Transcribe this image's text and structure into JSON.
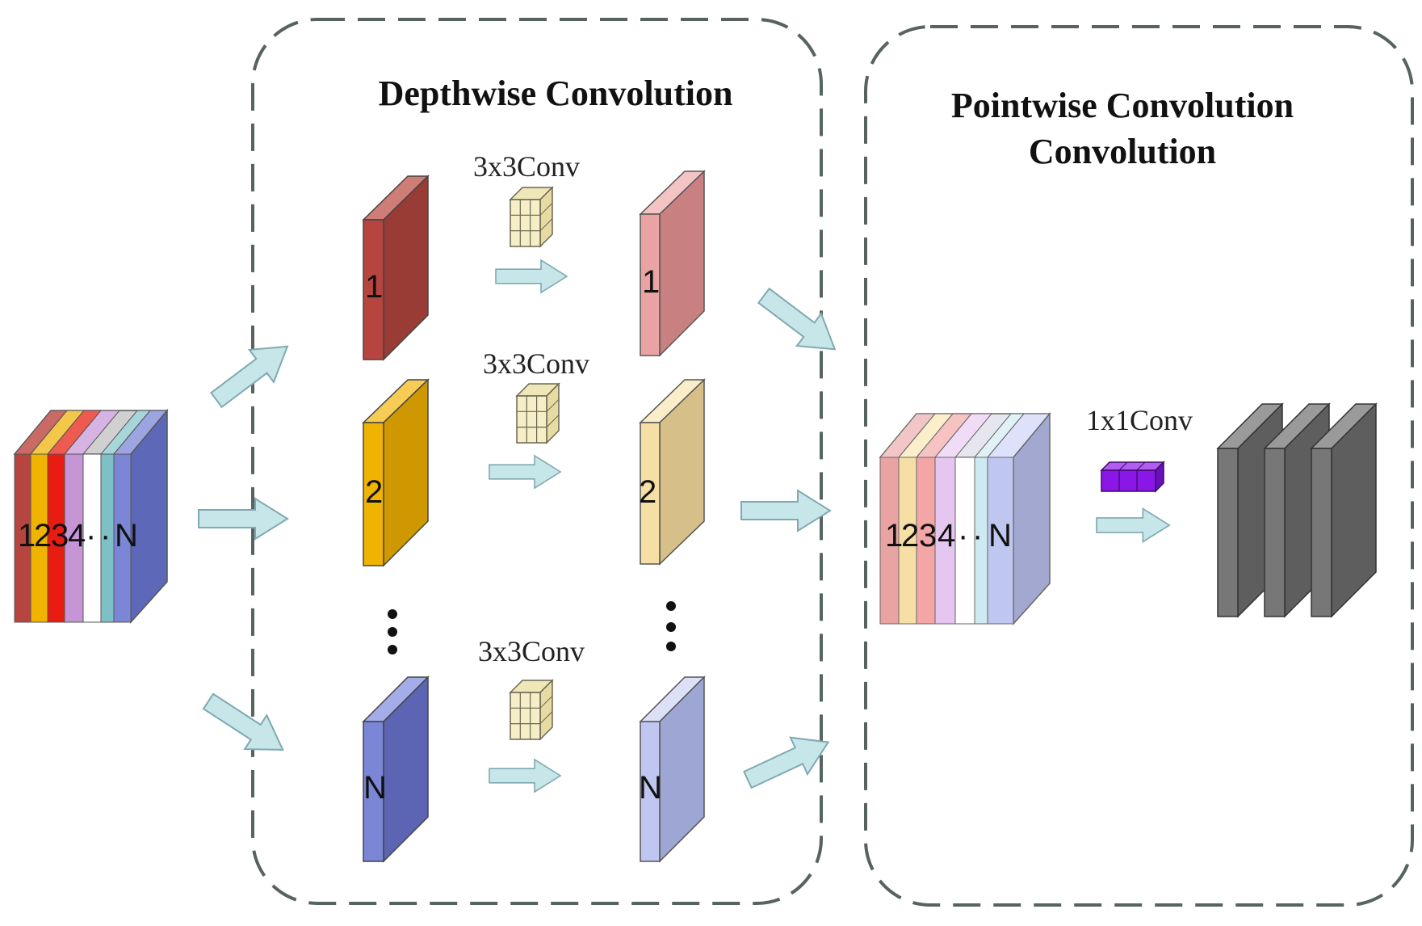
{
  "depthwise": {
    "title": "Depthwise Convolution",
    "kernel_labels": [
      "3x3Conv",
      "3x3Conv",
      "3x3Conv"
    ],
    "input_channels": [
      "1",
      "2",
      "N"
    ],
    "output_channels": [
      "1",
      "2",
      "N"
    ]
  },
  "pointwise": {
    "title_line1": "Pointwise Convolution",
    "title_line2": "Convolution",
    "kernel_label": "1x1Conv"
  },
  "input_stack": {
    "labels": [
      "1",
      "2",
      "3",
      "4",
      "·",
      "·",
      "N"
    ]
  },
  "merged_stack": {
    "labels": [
      "1",
      "2",
      "3",
      "4",
      "·",
      "·",
      "N"
    ]
  },
  "colors": {
    "channel_1": "#b5453e",
    "channel_2": "#f0b400",
    "channel_3": "#e81c10",
    "channel_4": "#c595d6",
    "channel_5": "#7fbfc6",
    "channel_n": "#7b86d6",
    "out_1": "#eaa3a3",
    "out_2": "#f6dfa5",
    "out_n": "#bfc6ef",
    "arrow": "#c7e6ea",
    "arrow_stroke": "#7fa9b0",
    "kernel": "#f5eec6",
    "pointwise_kernel": "#8a17e8",
    "output_map": "#777777",
    "border": "#56635f"
  }
}
